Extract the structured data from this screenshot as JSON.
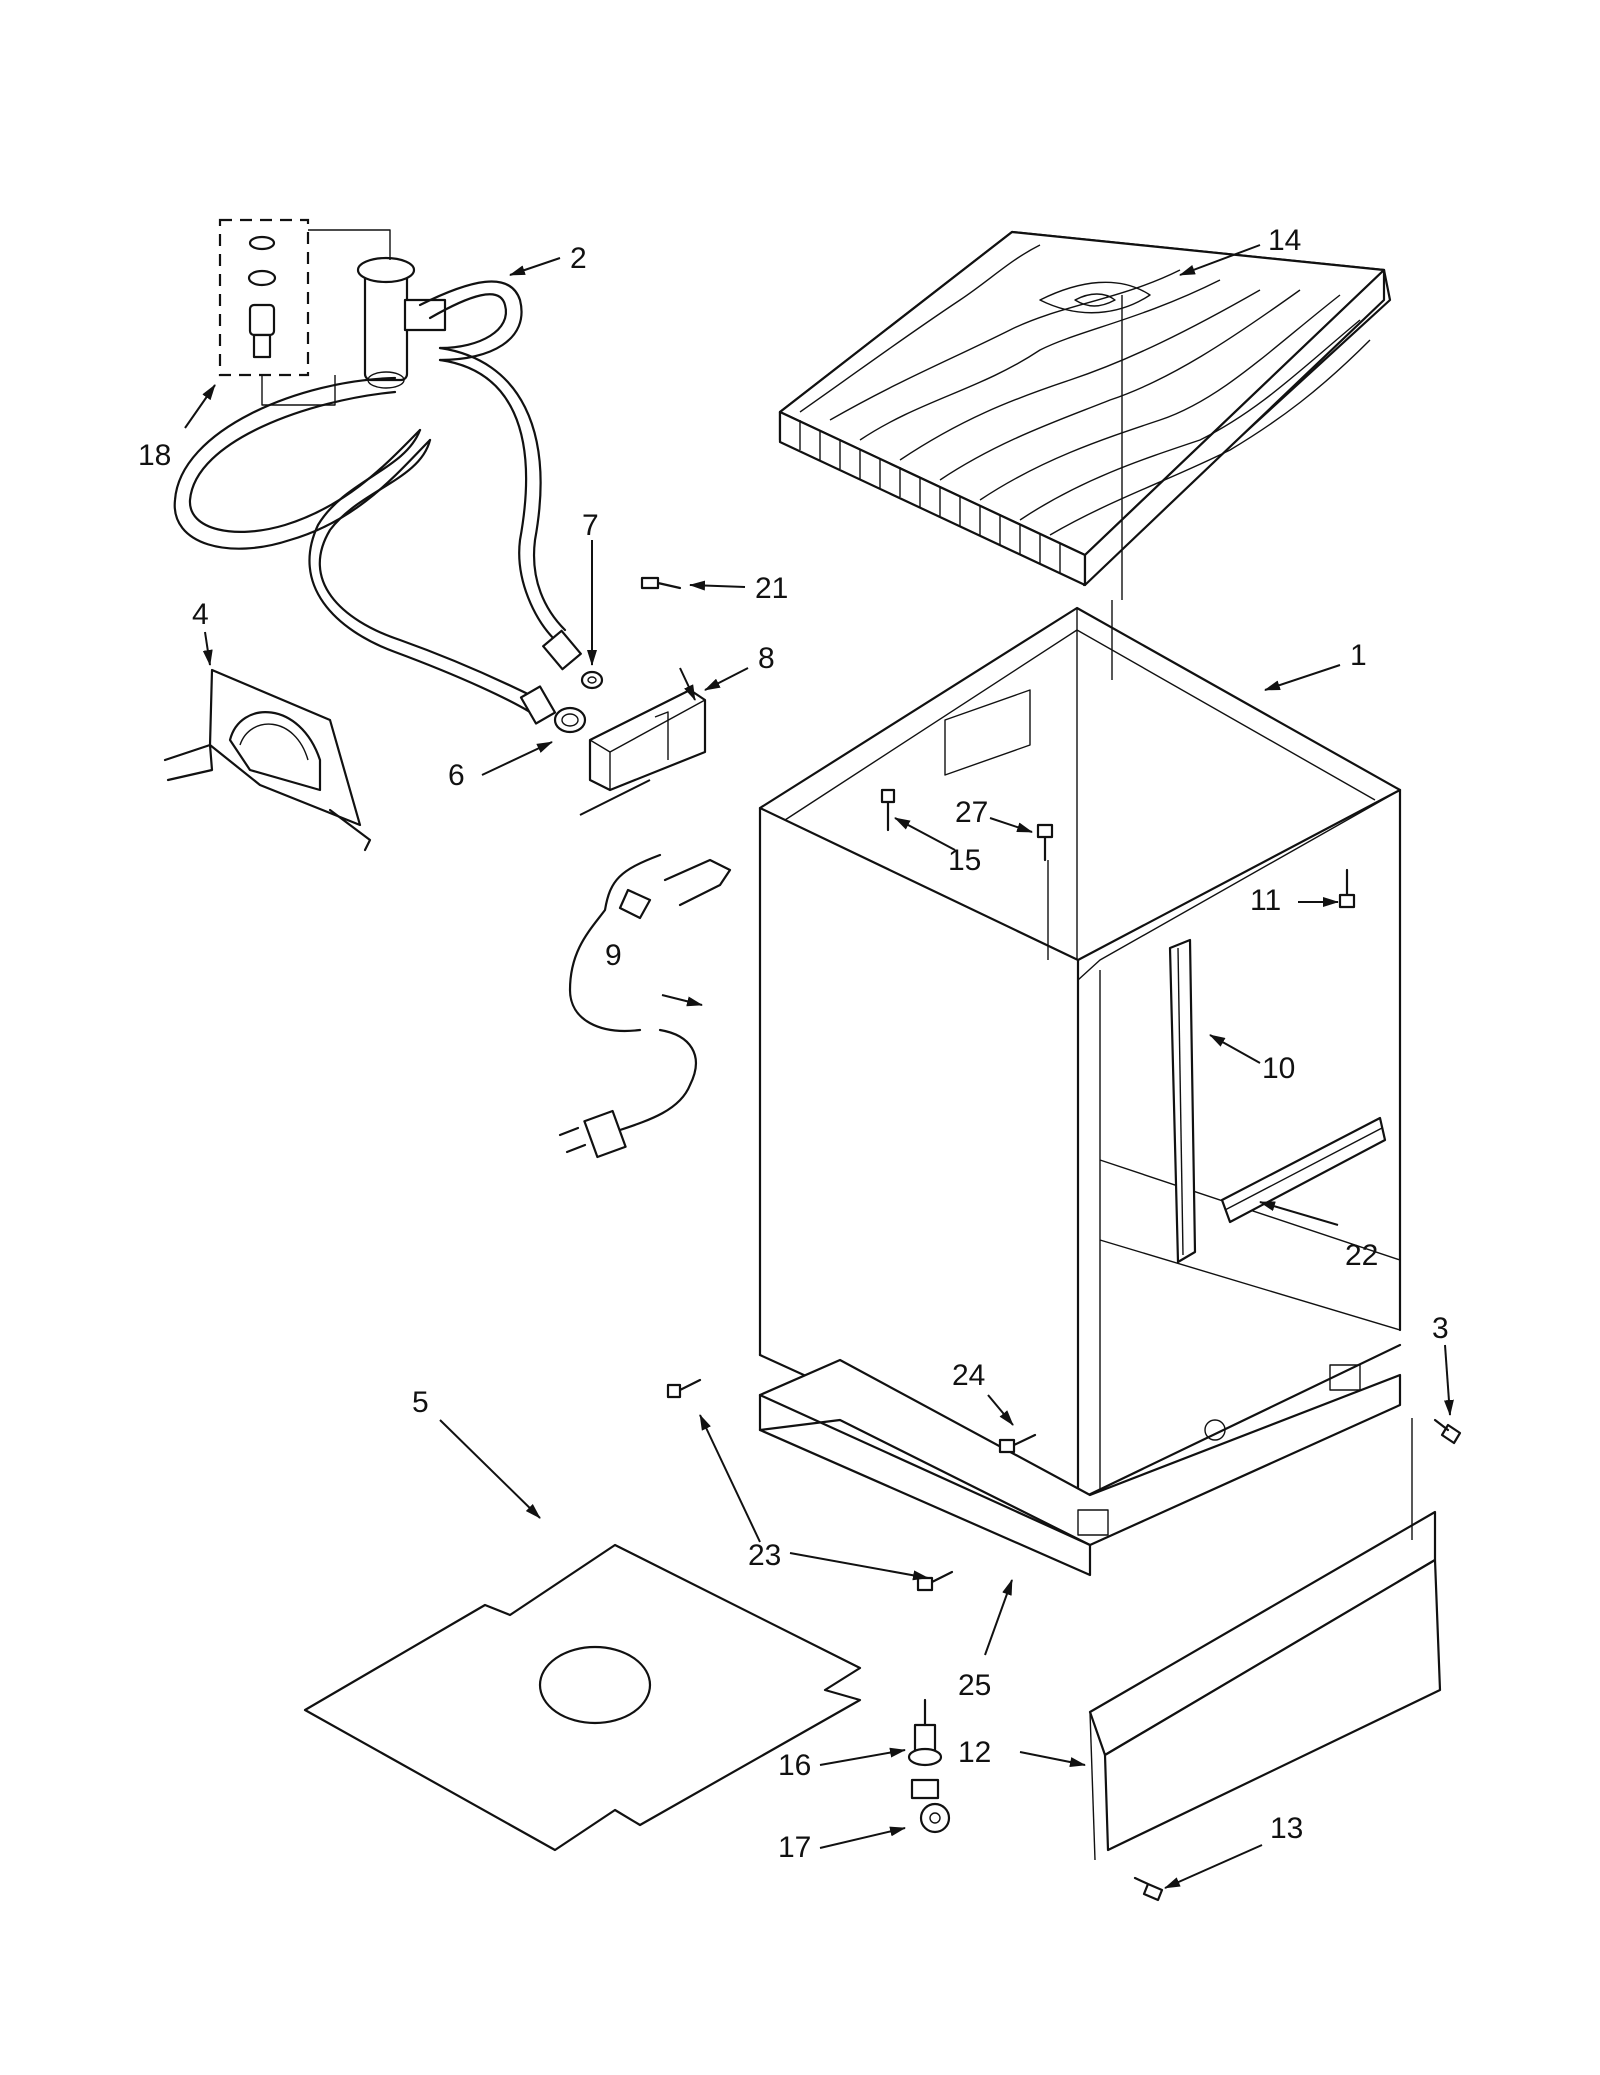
{
  "callouts": {
    "c1": "1",
    "c2": "2",
    "c3": "3",
    "c4": "4",
    "c5": "5",
    "c6": "6",
    "c7": "7",
    "c8": "8",
    "c9": "9",
    "c10": "10",
    "c11": "11",
    "c12": "12",
    "c13": "13",
    "c14": "14",
    "c15": "15",
    "c16": "16",
    "c17": "17",
    "c18": "18",
    "c21": "21",
    "c22": "22",
    "c23": "23",
    "c24": "24",
    "c25": "25",
    "c27": "27"
  }
}
